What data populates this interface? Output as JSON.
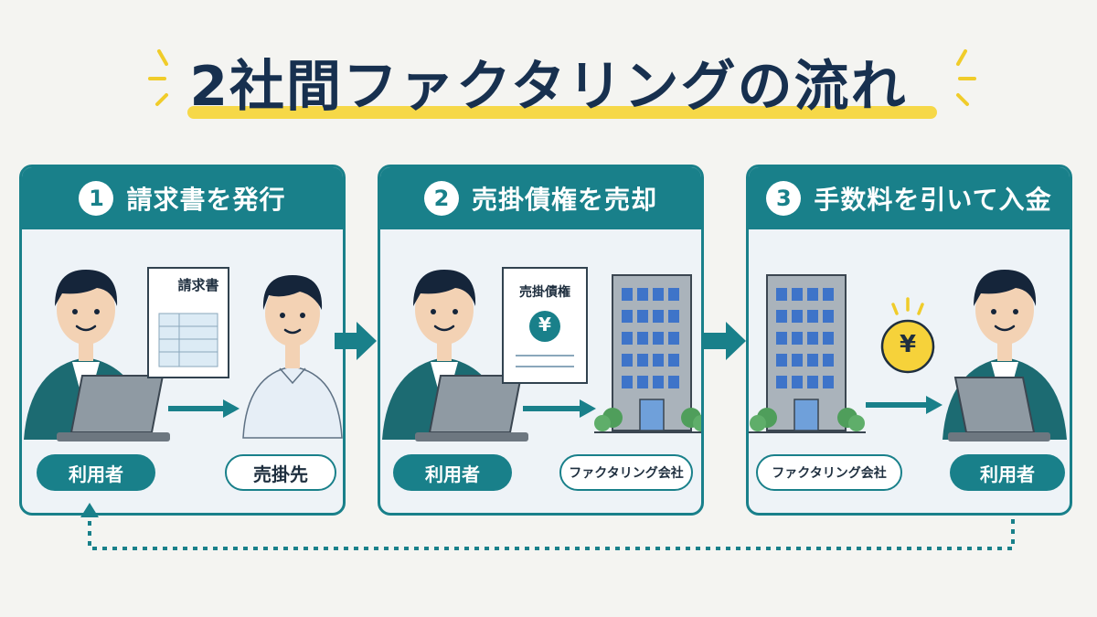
{
  "title": "2社間ファクタリングの流れ",
  "colors": {
    "teal": "#19808a",
    "navy": "#17304f",
    "yellow": "#f6d848",
    "panel_bg": "#eef3f7"
  },
  "steps": [
    {
      "number": "1",
      "title": "請求書を発行",
      "document_label": "請求書",
      "roles": [
        "利用者",
        "売掛先"
      ]
    },
    {
      "number": "2",
      "title": "売掛債権を売却",
      "document_label": "売掛債権",
      "yen_symbol": "¥",
      "roles": [
        "利用者",
        "ファクタリング会社"
      ]
    },
    {
      "number": "3",
      "title": "手数料を引いて入金",
      "yen_symbol": "¥",
      "roles": [
        "ファクタリング会社",
        "利用者"
      ]
    }
  ]
}
